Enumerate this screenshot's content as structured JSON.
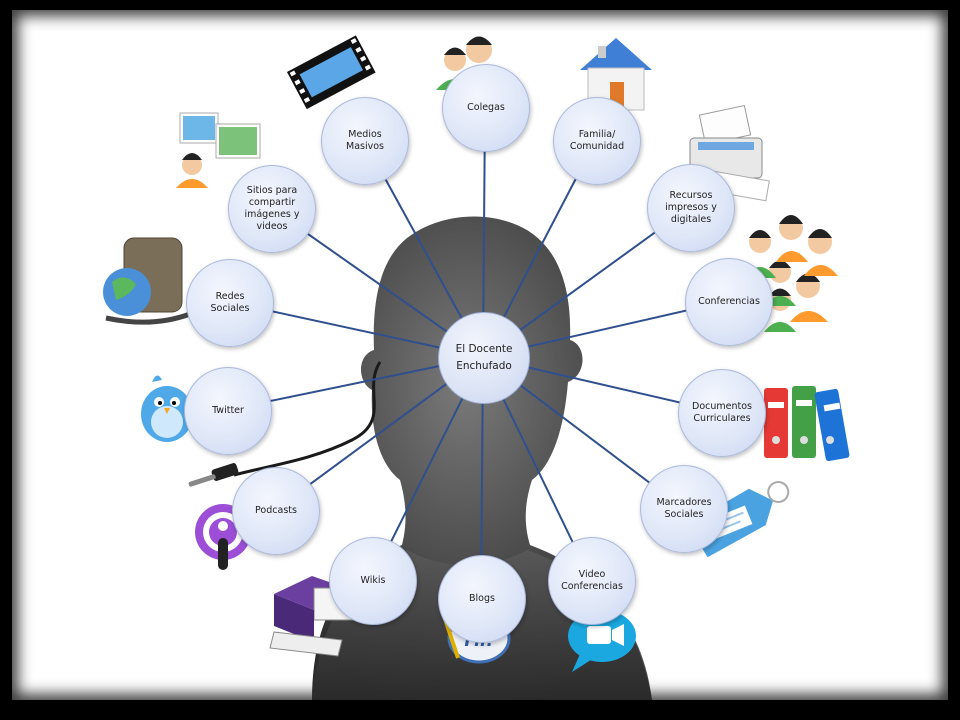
{
  "center": {
    "label": "El Docente\nEnchufado"
  },
  "nodes": [
    {
      "id": "medios-masivos",
      "label": "Medios\nMasivos"
    },
    {
      "id": "colegas",
      "label": "Colegas"
    },
    {
      "id": "familia",
      "label": "Familia/\nComunidad"
    },
    {
      "id": "sitios",
      "label": "Sitios para\ncompartir\nimágenes y\nvideos"
    },
    {
      "id": "recursos",
      "label": "Recursos\nimpresos y\ndigitales"
    },
    {
      "id": "redes-sociales",
      "label": "Redes\nSociales"
    },
    {
      "id": "conferencias",
      "label": "Conferencias"
    },
    {
      "id": "twitter",
      "label": "Twitter"
    },
    {
      "id": "documentos",
      "label": "Documentos\nCurriculares"
    },
    {
      "id": "podcasts",
      "label": "Podcasts"
    },
    {
      "id": "marcadores",
      "label": "Marcadores\nSociales"
    },
    {
      "id": "wikis",
      "label": "Wikis"
    },
    {
      "id": "blogs",
      "label": "Blogs"
    },
    {
      "id": "video-conferencias",
      "label": "Video\nConferencias"
    }
  ],
  "icons": {
    "blogs_bubble_text": "Hi!"
  },
  "colors": {
    "node_fill": "#dfe7f8",
    "node_border": "#aab8dc",
    "spoke": "#2f4f8f",
    "head": "#4a4a4a"
  }
}
